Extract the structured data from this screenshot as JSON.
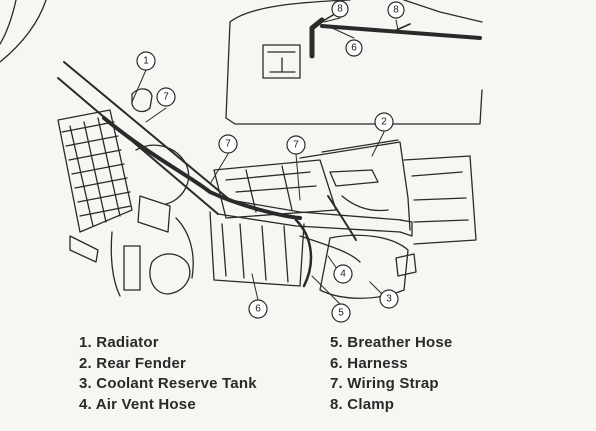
{
  "callouts": [
    "1",
    "2",
    "3",
    "4",
    "5",
    "6",
    "7",
    "8"
  ],
  "legend": [
    {
      "num": "1.",
      "label": "Radiator"
    },
    {
      "num": "2.",
      "label": "Rear Fender"
    },
    {
      "num": "3.",
      "label": "Coolant Reserve Tank"
    },
    {
      "num": "4.",
      "label": "Air Vent Hose"
    },
    {
      "num": "5.",
      "label": "Breather Hose"
    },
    {
      "num": "6.",
      "label": "Harness"
    },
    {
      "num": "7.",
      "label": "Wiring Strap"
    },
    {
      "num": "8.",
      "label": "Clamp"
    }
  ],
  "colors": {
    "ink": "#2a2a2a",
    "paper": "#f7f6f2"
  }
}
